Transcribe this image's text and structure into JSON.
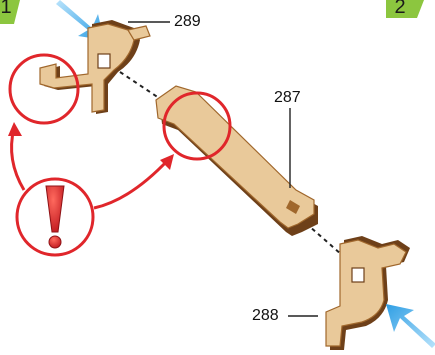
{
  "step_badges": {
    "left_partial": "1",
    "right": "2"
  },
  "callouts": {
    "part_289": "289",
    "part_287": "287",
    "part_288": "288"
  },
  "colors": {
    "wood_face": "#e9c99a",
    "wood_edge": "#a0672c",
    "wood_dark": "#6e4019",
    "highlight_circle": "#e0262b",
    "warning_fill": "#d8262b",
    "step_badge": "#8cc63f",
    "pointer_arrow": "#3aa8e6"
  },
  "icons": {
    "warning": "exclamation-warning-icon",
    "pointer": "blue-pointer-arrow-icon"
  }
}
